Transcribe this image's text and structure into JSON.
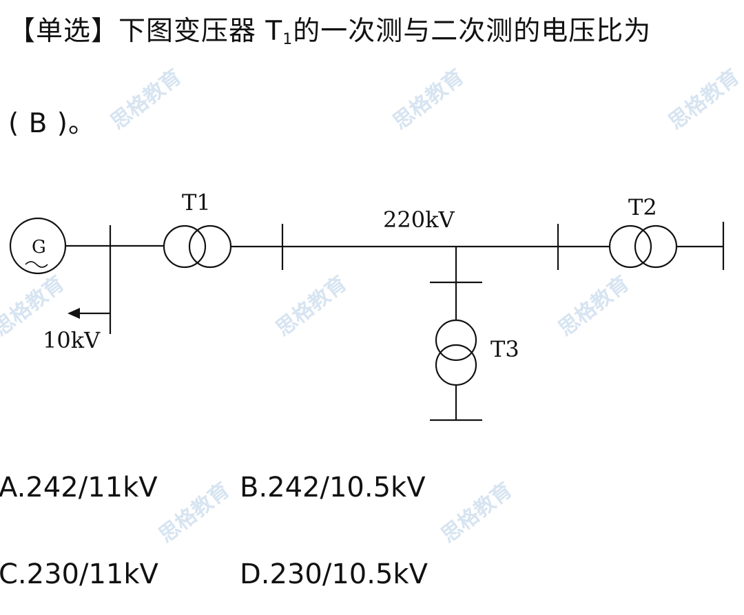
{
  "question": {
    "line1_prefix": "【单选】下图变压器 T",
    "line1_sub": "1",
    "line1_suffix": "的一次测与二次测的电压比为",
    "line2": "( B )。"
  },
  "diagram": {
    "generator_label": "G",
    "t1_label": "T1",
    "t2_label": "T2",
    "t3_label": "T3",
    "bus_220_label": "220kV",
    "bus_10_label": "10kV"
  },
  "options": {
    "a": "A.242/11kV",
    "b": "B.242/10.5kV",
    "c": "C.230/11kV",
    "d": "D.230/10.5kV"
  },
  "watermark": {
    "text": "思格教育"
  }
}
